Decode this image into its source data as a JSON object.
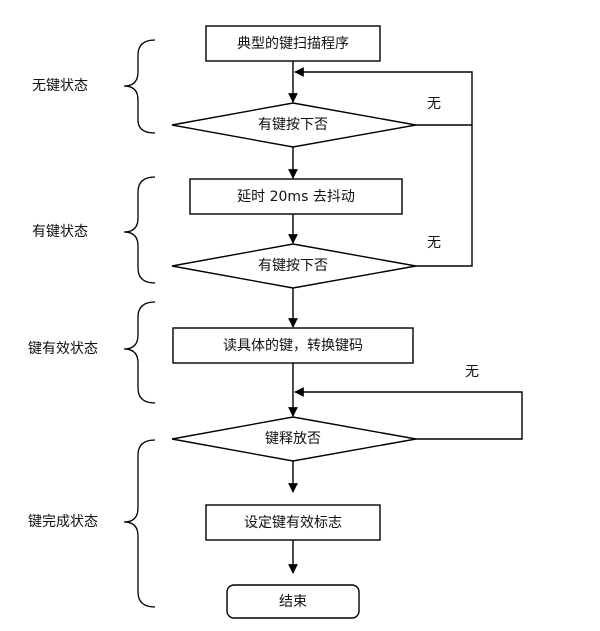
{
  "nodes": {
    "start": "典型的键扫描程序",
    "check1": "有键按下否",
    "delay": "延时 20ms 去抖动",
    "check2": "有键按下否",
    "read": "读具体的键，转换键码",
    "release": "键释放否",
    "setflag": "设定键有效标志",
    "end": "结束"
  },
  "branches": {
    "no1": "无",
    "no2": "无",
    "no3": "无"
  },
  "states": {
    "nokey": "无键状态",
    "haskey": "有键状态",
    "valid": "键有效状态",
    "complete": "键完成状态"
  }
}
